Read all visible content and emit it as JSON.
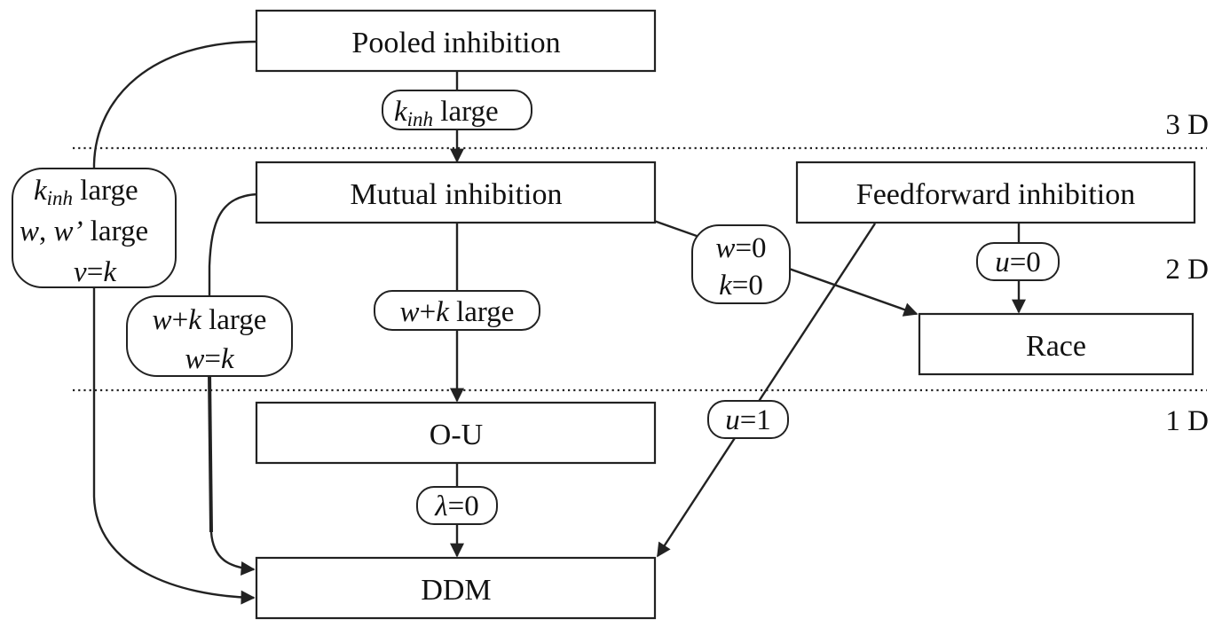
{
  "nodes": {
    "pooled": "Pooled inhibition",
    "mutual": "Mutual inhibition",
    "feedforward": "Feedforward inhibition",
    "race": "Race",
    "ou": "O-U",
    "ddm": "DDM"
  },
  "dimensions": {
    "d3": "3 D",
    "d2": "2 D",
    "d1": "1 D"
  },
  "conditions": {
    "pooled_to_mutual": {
      "var": "k",
      "sub": "inh",
      "text": " large"
    },
    "pooled_to_ddm": {
      "line1_var": "k",
      "line1_sub": "inh",
      "line1_text": " large",
      "line2_var1": "w",
      "line2_sep": ", ",
      "line2_var2": "w’",
      "line2_text": " large",
      "line3_var1": "v",
      "line3_op": "=",
      "line3_var2": "k"
    },
    "mutual_to_ddm": {
      "line1_var1": "w",
      "line1_op": "+",
      "line1_var2": "k",
      "line1_text": " large",
      "line2_var1": "w",
      "line2_op": "=",
      "line2_var2": "k"
    },
    "mutual_to_ou": {
      "var1": "w",
      "op": "+",
      "var2": "k",
      "text": " large"
    },
    "mutual_to_race": {
      "line1_var": "w",
      "line1_text": "=0",
      "line2_var": "k",
      "line2_text": "=0"
    },
    "feedforward_to_race": {
      "var": "u",
      "text": "=0"
    },
    "feedforward_to_ddm": {
      "var": "u",
      "text": "=1"
    },
    "ou_to_ddm": {
      "var": "λ",
      "text": "=0"
    }
  }
}
